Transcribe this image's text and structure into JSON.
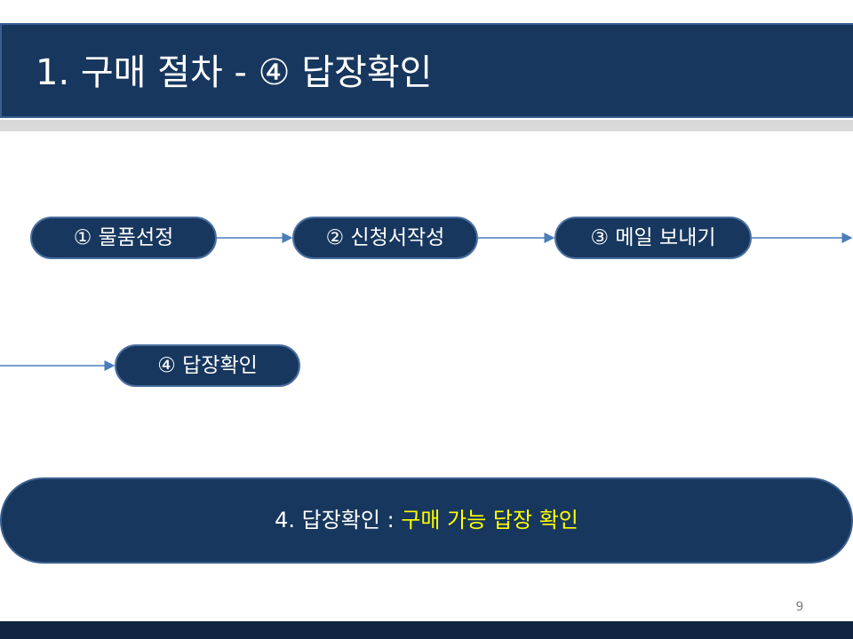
{
  "title": "1. 구매 절차 - ④ 답장확인",
  "steps": [
    {
      "label": "① 물품선정"
    },
    {
      "label": "② 신청서작성"
    },
    {
      "label": "③ 메일 보내기"
    },
    {
      "label": "④ 답장확인"
    }
  ],
  "summary": {
    "prefix": "4. 답장확인 : ",
    "highlight": "구매 가능 답장 확인"
  },
  "page_number": "9",
  "colors": {
    "primary": "#17375e",
    "highlight": "#ffff00",
    "connector": "#4a7ebb"
  }
}
